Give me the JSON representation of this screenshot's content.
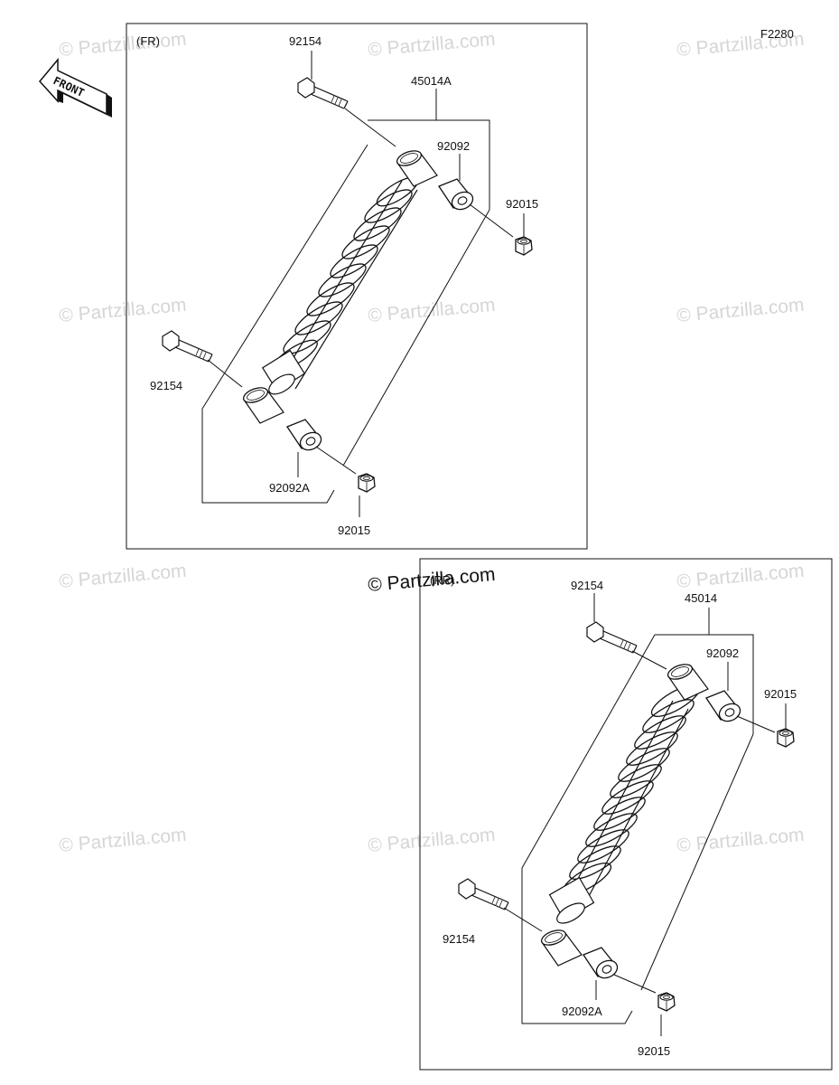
{
  "figure_code": "F2280",
  "front_label": "FRONT",
  "watermark": "© Partzilla.com",
  "front_panel": {
    "section": "(FR)",
    "assembly": "45014A",
    "upper_bolt": "92154",
    "upper_bushing": "92092",
    "upper_nut": "92015",
    "lower_bolt": "92154",
    "lower_bushing": "92092A",
    "lower_nut": "92015"
  },
  "rear_panel": {
    "section": "(RR)",
    "assembly": "45014",
    "upper_bolt": "92154",
    "upper_bushing": "92092",
    "upper_nut": "92015",
    "lower_bolt": "92154",
    "lower_bushing": "92092A",
    "lower_nut": "92015"
  }
}
